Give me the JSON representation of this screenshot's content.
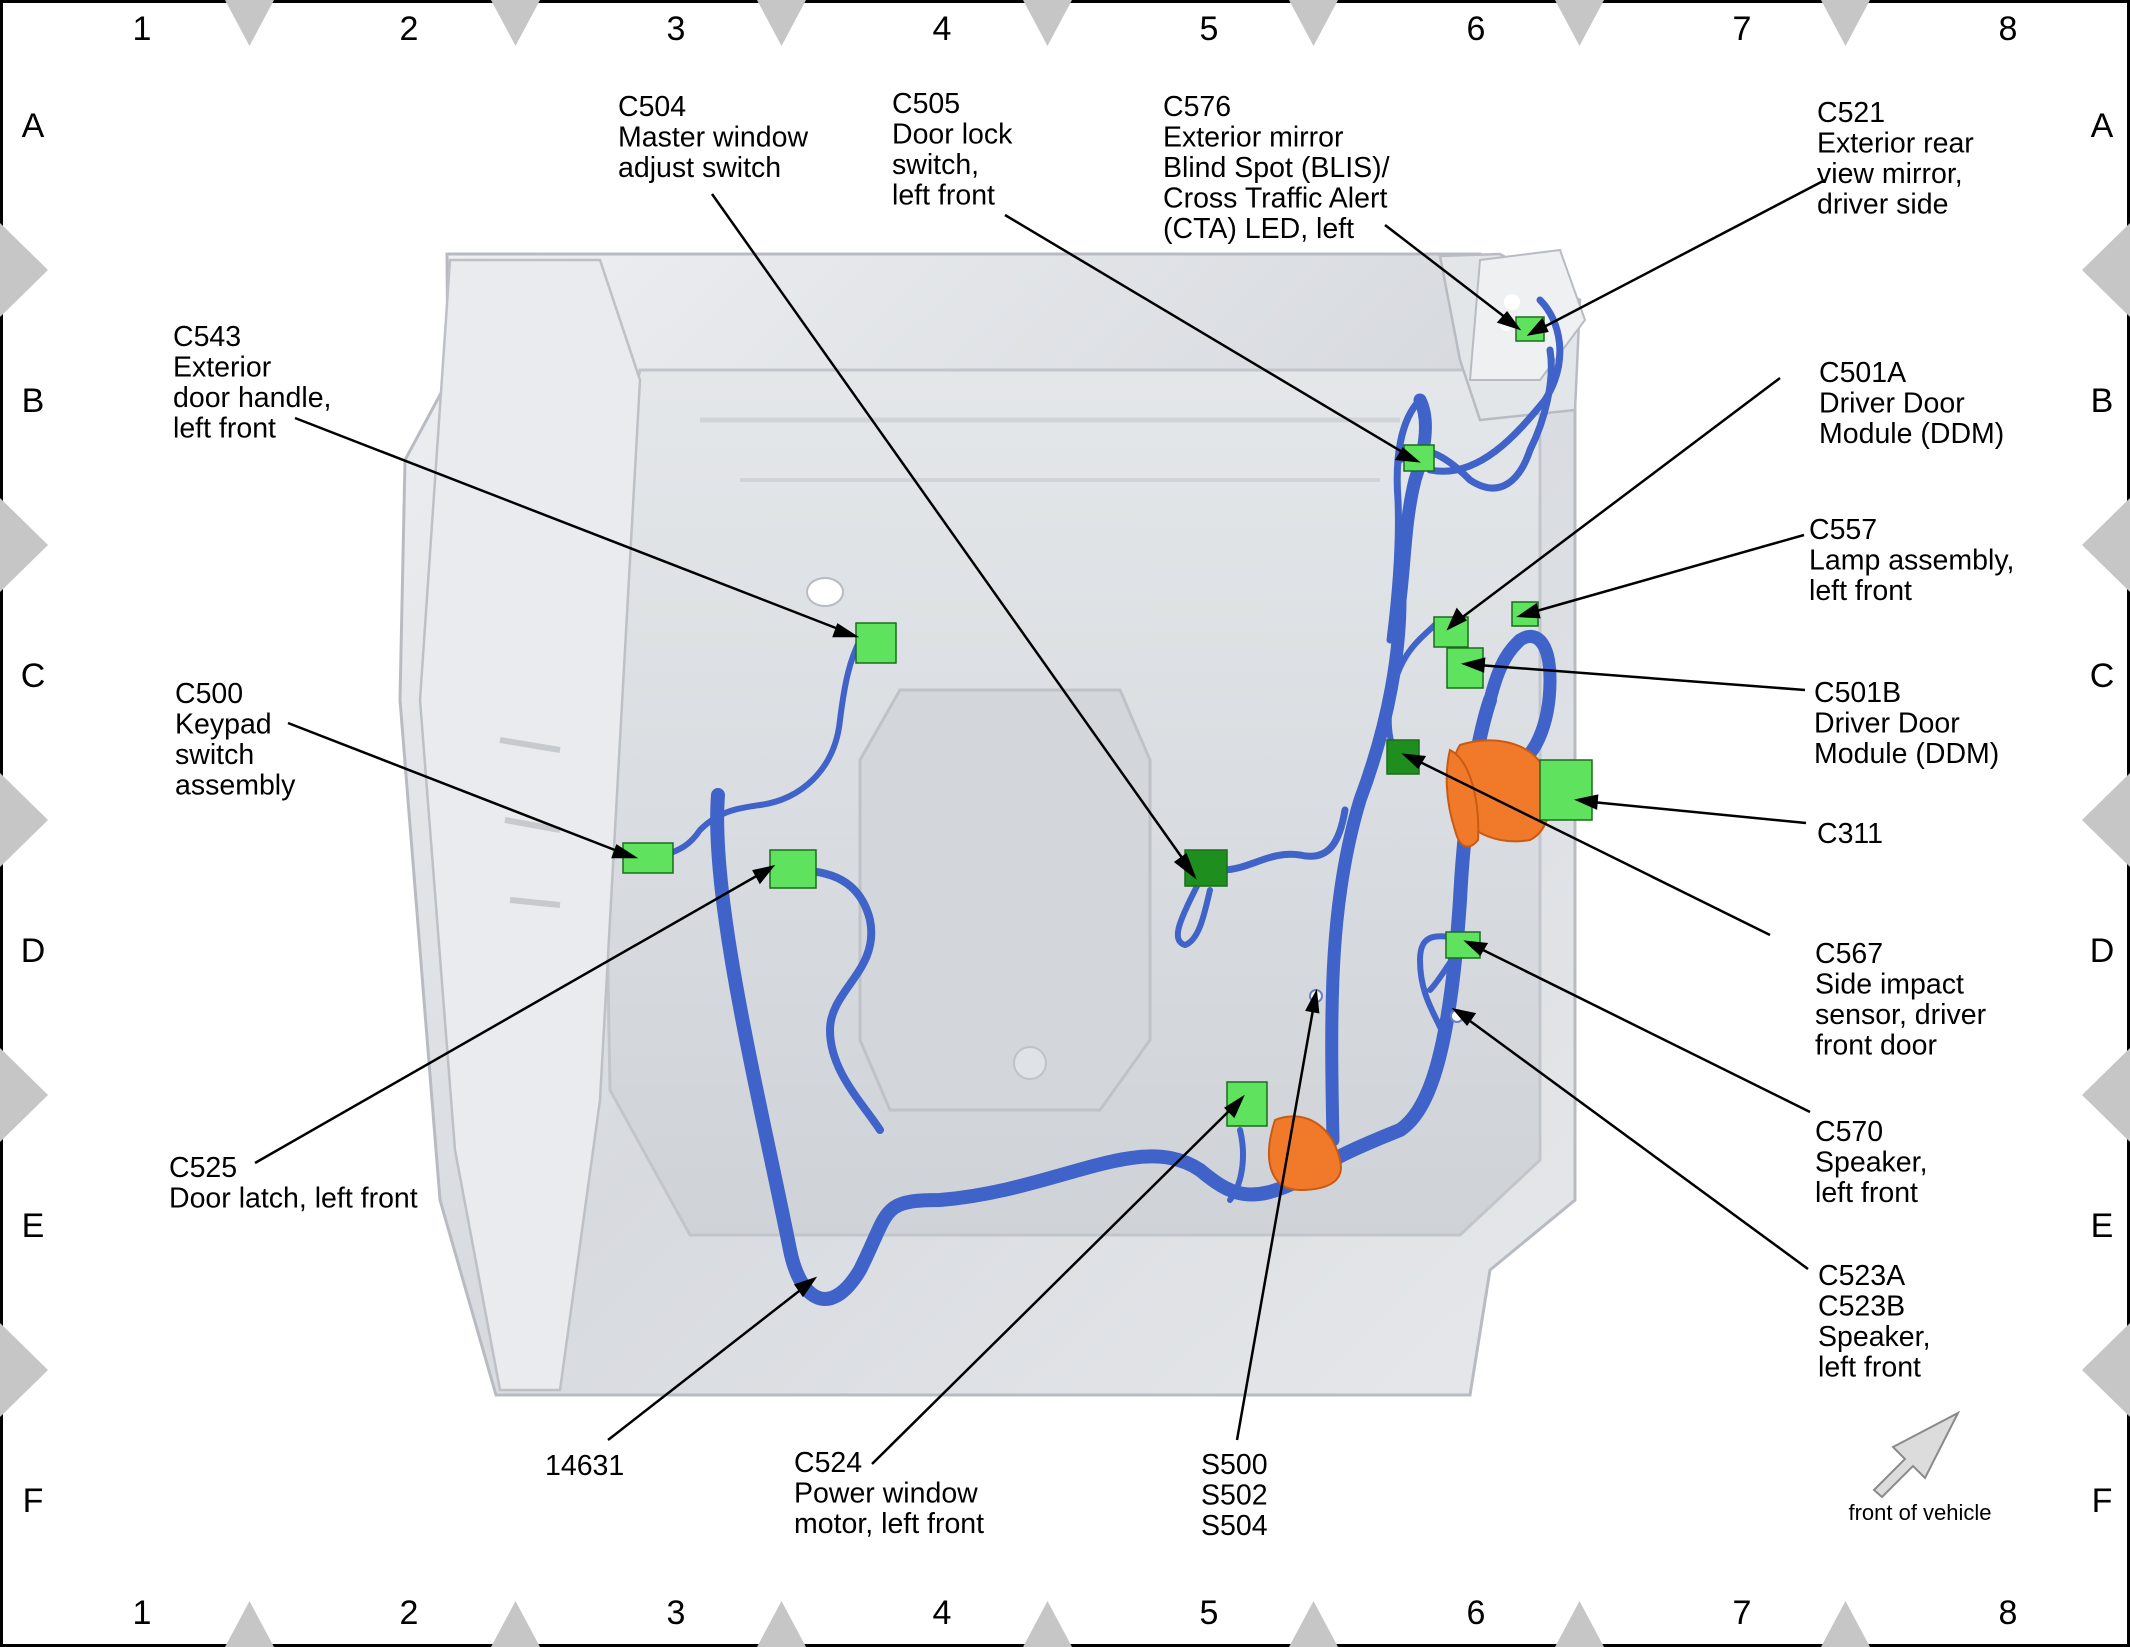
{
  "grid": {
    "columns": [
      "1",
      "2",
      "3",
      "4",
      "5",
      "6",
      "7",
      "8"
    ],
    "rows": [
      "A",
      "B",
      "C",
      "D",
      "E",
      "F"
    ]
  },
  "callouts": {
    "c504": [
      "C504",
      "Master window",
      "adjust switch"
    ],
    "c505": [
      "C505",
      "Door lock",
      "switch,",
      "left front"
    ],
    "c576": [
      "C576",
      "Exterior mirror",
      "Blind Spot (BLIS)/",
      "Cross Traffic Alert",
      "(CTA) LED, left"
    ],
    "c521": [
      "C521",
      "Exterior rear",
      "view mirror,",
      "driver side"
    ],
    "c543": [
      "C543",
      "Exterior",
      "door handle,",
      "left front"
    ],
    "c501a": [
      "C501A",
      "Driver Door",
      "Module (DDM)"
    ],
    "c557": [
      "C557",
      "Lamp assembly,",
      "left front"
    ],
    "c500": [
      "C500",
      "Keypad",
      "switch",
      "assembly"
    ],
    "c501b": [
      "C501B",
      "Driver Door",
      "Module (DDM)"
    ],
    "c311": [
      "C311"
    ],
    "c567": [
      "C567",
      "Side impact",
      "sensor, driver",
      "front door"
    ],
    "c525": [
      "C525",
      "Door latch, left front"
    ],
    "c570": [
      "C570",
      "Speaker,",
      "left front"
    ],
    "c523": [
      "C523A",
      "C523B",
      "Speaker,",
      "left front"
    ],
    "h14631": [
      "14631"
    ],
    "c524": [
      "C524",
      "Power window",
      "motor, left front"
    ],
    "s500": [
      "S500",
      "S502",
      "S504"
    ]
  },
  "legend": {
    "front_of_vehicle": "front of vehicle"
  },
  "colors": {
    "harness": "#3f63c8",
    "connector_light": "#5fe35f",
    "connector_dark": "#1e8f1e",
    "clip": "#f07a2a",
    "door_panel": "#dcdfe3",
    "border_diamond": "#c6c6c6"
  }
}
